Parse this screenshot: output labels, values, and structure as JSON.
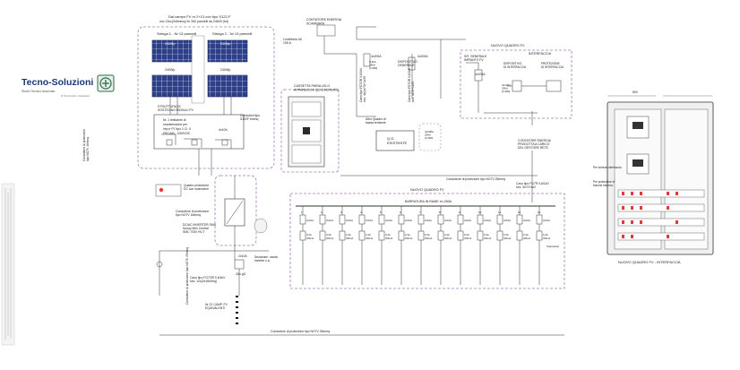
{
  "brand": {
    "name": "Tecno-Soluzioni",
    "tagline": "Studio Tecnico Associato",
    "sub": "di Tonzanelli e Salvadori"
  },
  "pv_field": {
    "title_1": "Dal campo FV nr 2+13 con tipo S122-F",
    "title_2": "nsc 13xc(2x6mmq) Nr 260 pannelli da 24600 (tot)",
    "string_1": "Stringa 1 - Nr 13 pannelli",
    "string_2": "Stringa 2 - Nr 13 pannelli",
    "module_label": "240Wp",
    "structure_label": "STRUTTURA DI\nSOSTEGNO MODULI FV"
  },
  "string_box": {
    "line_1": "Nr. 1 limitatore di",
    "line_2": "sovratensione per",
    "line_3": "imp.e FV tipo 2 Cl. II",
    "line_4": "FRC440 - 1000VDC",
    "breaker": "4x10A"
  },
  "labels": {
    "cable_s122f": "Conduttori tipo\nS122F 6mmq",
    "protection_conductor_left": "Conduttore di protezione\ntipo NO7V 16mmq",
    "inverter_protection": "Conduttore di protezione\ntipo NO7V 16mmq",
    "dc_switch": "Quadro protezione\nDC con scaricatori",
    "inverter": "DC/AC INVERTER SMA\nSunny Mini Central\nSMC 7000 HV-T",
    "inverter_breaker": "2x10A",
    "inverter_switch": "Sezionam. uscita\ninverter c.a.",
    "ac_cable": "Cavo tipo FG7OR 0,6/1kV\nsez. 12x(2x16mmq)",
    "equip": "Nr 12 CAMP. FV\nEQUIVALENTI",
    "bottom_conductor": "Conduttore di protezione tipo NO7V 25mmq",
    "left_vertical_conductor": "Conduttore di protezione tipo NO7V 25mmq"
  },
  "meter_top": {
    "title": "CONTATORE ENERGIA\nSCAMBIATA",
    "contract": "Contributo kit\n195 A",
    "breaker": "4x200A",
    "switch_labels": "0.3kA\n25kA\n[4.300]"
  },
  "panel_existing": {
    "title": "CASSETTA PARALLELO\nAPPARECCHI QG ESISTENTE",
    "switch": "DISPOSITIVO\nGENERALE",
    "breaker": "4x200A",
    "cable_1": "Cavo tipo FG7OR 0,6/1kV\nsez. 4x(1x70)+1x35",
    "cable_2": "Cavo tipo FG7OR 0,6/1kV\nsez. 4x70+1x35",
    "other": "Altro Quadro di\nbassa tensione",
    "qg": "Q.G.\nESISTENTE",
    "qg_breaker": "4x200A\n25kA\n[4.300]"
  },
  "main_board": {
    "title": "NUOVO QUADRO FV",
    "interface_title": "INTERFACCIA",
    "main_switch": "INT. GENERALE\nIMPIANTO FV",
    "dispositivo": "DISPOSITIVO\nDI INTERFACCIA",
    "protezione": "PROTEZIONE\nDI INTERFACCIA",
    "general_breaker": "4x100A",
    "interface_breaker": "4x100A\n25kA\n[4.300]",
    "meter_title": "CONTATORE ENERGIA\nPRODOTTA A CARICO\nDEL GESTORE RETE",
    "new_board": "NUOVO QUADRO FV",
    "busbar": "BARRATURA IN RAME In=250A",
    "output_cable": "Cavo tipo FG7R 0,6/1kV\nsez. 3x70+4x2",
    "protection_cond": "Conduttore di protezione tipo NO7V 25mmq",
    "breaker": "2x10A",
    "rcd": "0,3A",
    "rcd_sub": "300mA",
    "spd": "Scaricatori",
    "feeder_nums": [
      "1",
      "2",
      "3",
      "4",
      "5",
      "6",
      "7",
      "8",
      "9",
      "10",
      "11",
      "12",
      "13"
    ]
  },
  "front_view": {
    "caption": "NUOVO QUADRO FV - INTERFACCIA",
    "width": "800",
    "note_1": "Per scheda interfaccia",
    "note_2": "Per protezione di\nfusione esterna"
  }
}
